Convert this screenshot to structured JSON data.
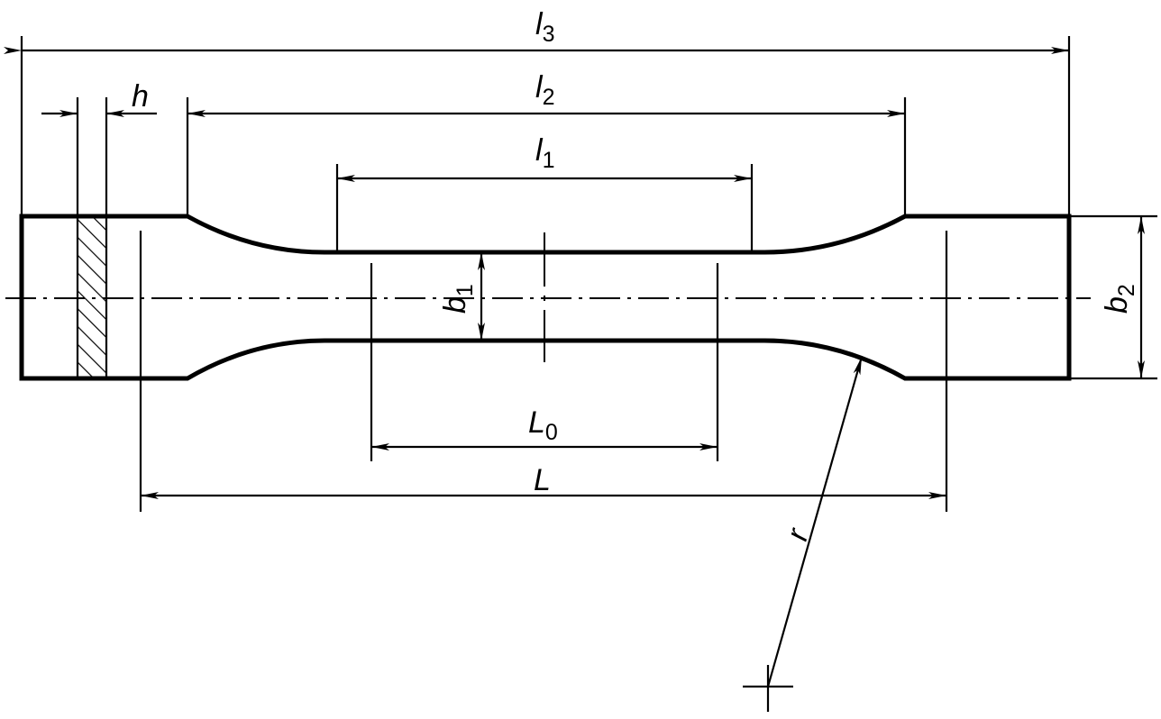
{
  "diagram": {
    "title": "",
    "labels": {
      "l3": {
        "main": "l",
        "sub": "3"
      },
      "l2": {
        "main": "l",
        "sub": "2"
      },
      "l1": {
        "main": "l",
        "sub": "1"
      },
      "h": {
        "main": "h",
        "sub": ""
      },
      "b1": {
        "main": "b",
        "sub": "1"
      },
      "b2": {
        "main": "b",
        "sub": "2"
      },
      "L0": {
        "main": "L",
        "sub": "0"
      },
      "L": {
        "main": "L",
        "sub": ""
      },
      "r": {
        "main": "r",
        "sub": ""
      }
    }
  }
}
